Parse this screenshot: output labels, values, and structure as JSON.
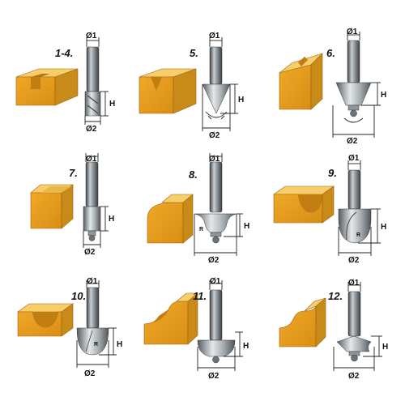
{
  "colors": {
    "wood_front": "#e8a020",
    "wood_top": "#f8ce6a",
    "wood_side": "#c88a18",
    "wood_edge": "#9a6410",
    "metal_light": "#d6dbde",
    "metal_mid": "#8e969b",
    "metal_dark": "#4a5156",
    "line": "#222222"
  },
  "items": [
    {
      "label": "1-4.",
      "d1": "Ø1",
      "d2": "Ø2",
      "h": "H"
    },
    {
      "label": "5.",
      "d1": "Ø1",
      "d2": "Ø2",
      "h": "H"
    },
    {
      "label": "6.",
      "d1": "Ø1",
      "d2": "Ø2",
      "h": "H"
    },
    {
      "label": "7.",
      "d1": "Ø1",
      "d2": "Ø2",
      "h": "H"
    },
    {
      "label": "8.",
      "d1": "Ø1",
      "d2": "Ø2",
      "h": "H",
      "r": "R"
    },
    {
      "label": "9.",
      "d1": "Ø1",
      "d2": "Ø2",
      "h": "H",
      "r": "R"
    },
    {
      "label": "10.",
      "d1": "Ø1",
      "d2": "Ø2",
      "h": "H",
      "r": "R"
    },
    {
      "label": "11.",
      "d1": "Ø1",
      "d2": "Ø2",
      "h": "H"
    },
    {
      "label": "12.",
      "d1": "Ø1",
      "d2": "Ø2",
      "h": "H"
    }
  ]
}
